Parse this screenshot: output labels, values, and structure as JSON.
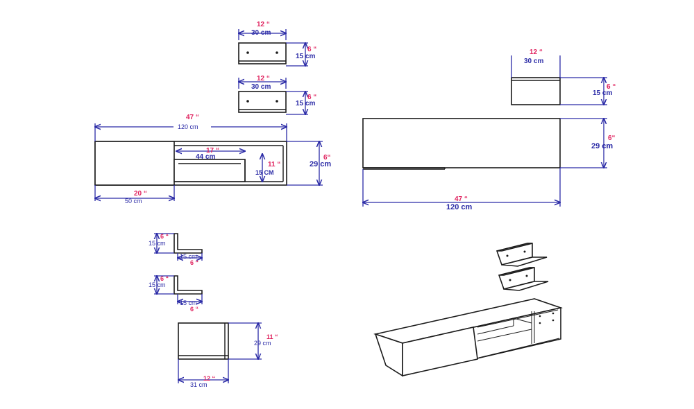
{
  "wall_shelf_top": {
    "width_in": "12 “",
    "width_cm": "30 cm",
    "height_in": "6 “",
    "height_cm": "15 cm"
  },
  "wall_shelf_bottom": {
    "width_in": "12 “",
    "width_cm": "30 cm",
    "height_in": "6 “",
    "height_cm": "15 cm"
  },
  "tv_unit_front": {
    "total_in": "47 “",
    "total_cm": "120 cm",
    "compartment_in": "17 “",
    "compartment_cm": "44 cm",
    "inner_height_in": "11 “",
    "inner_height_cm": "15 CM",
    "height_in": "6“",
    "height_cm": "29 cm",
    "door_in": "20 “",
    "door_cm": "50 cm"
  },
  "top_view": {
    "shelf_width_in": "12 “",
    "shelf_width_cm": "30 cm",
    "shelf_depth_in": "6 “",
    "shelf_depth_cm": "15 cm",
    "unit_depth_in": "6“",
    "unit_depth_cm": "29 cm",
    "unit_width_in": "47 “",
    "unit_width_cm": "120 cm"
  },
  "side_shelf_1": {
    "height_in": "6 “",
    "height_cm": "15 cm",
    "depth_cm": "15 cm",
    "depth_in": "6 “"
  },
  "side_shelf_2": {
    "height_in": "6 “",
    "height_cm": "15 cm",
    "depth_cm": "15 cm",
    "depth_in": "6 “"
  },
  "side_unit": {
    "height_in": "11 “",
    "height_cm": "29 cm",
    "depth_in": "12 “",
    "depth_cm": "31 cm"
  }
}
